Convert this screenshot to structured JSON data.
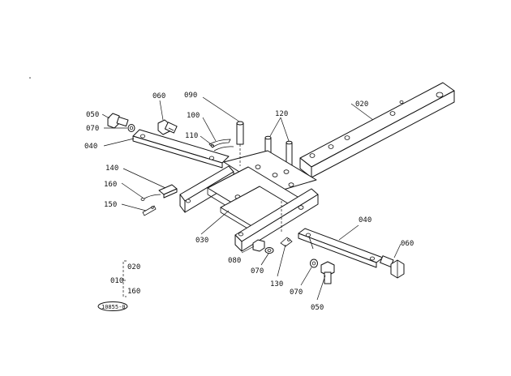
{
  "callouts": {
    "c020_top": "020",
    "c120": "120",
    "c090": "090",
    "c060_top": "060",
    "c050_top": "050",
    "c100": "100",
    "c070_top": "070",
    "c110": "110",
    "c040_left": "040",
    "c140": "140",
    "c160": "160",
    "c150": "150",
    "c030": "030",
    "c040_right": "040",
    "c060_right": "060",
    "c080": "080",
    "c070_mid": "070",
    "c130": "130",
    "c070_low": "070",
    "c050_low": "050"
  },
  "assembly_key": {
    "main": "010",
    "member_a": "020",
    "member_b": "160"
  },
  "catalog_stamp": "10855-0"
}
